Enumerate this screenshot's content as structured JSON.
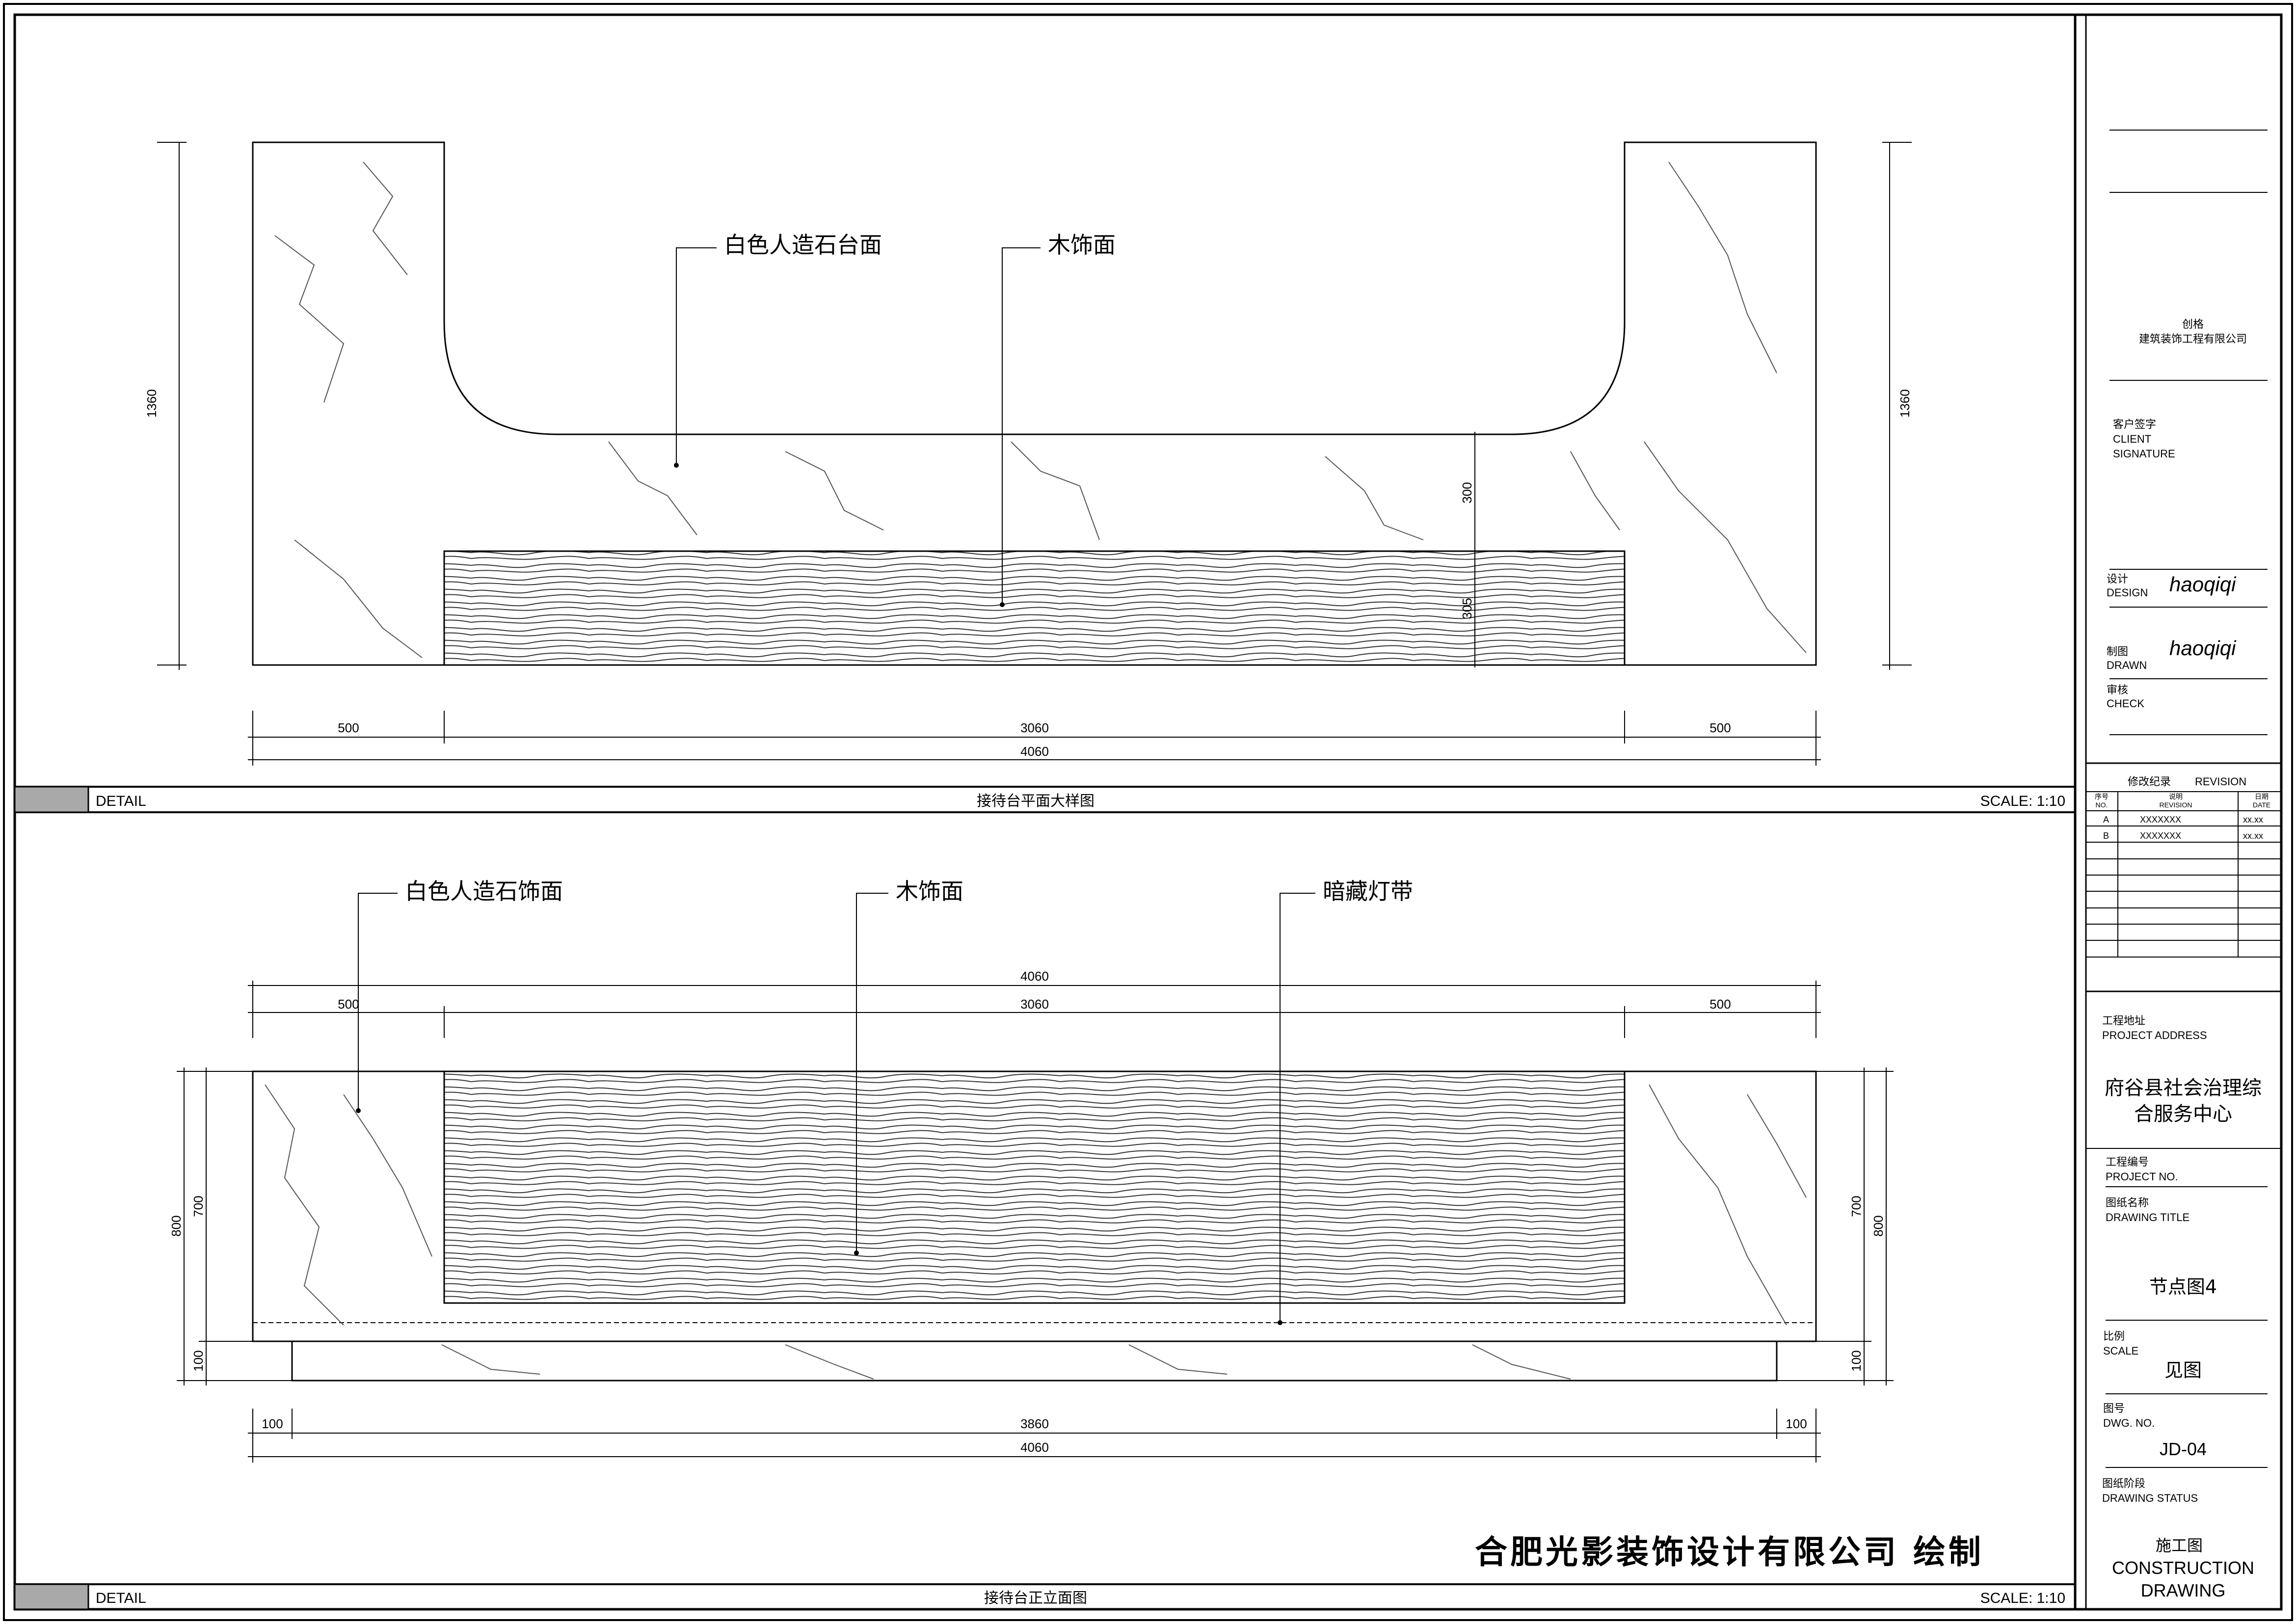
{
  "plan": {
    "label_stone_top": "白色人造石台面",
    "label_wood": "木饰面",
    "dims": {
      "left_height": "1360",
      "right_height": "1360",
      "depth_upper": "300",
      "depth_lower": "305",
      "seg_left": "500",
      "seg_mid": "3060",
      "seg_right": "500",
      "total": "4060"
    },
    "bar": {
      "tag": "DETAIL",
      "title": "接待台平面大样图",
      "scale": "SCALE: 1:10"
    }
  },
  "elevation": {
    "label_stone_face": "白色人造石饰面",
    "label_wood": "木饰面",
    "label_light": "暗藏灯带",
    "dims": {
      "top_total": "4060",
      "top_left": "500",
      "top_mid": "3060",
      "top_right": "500",
      "left_outer": "800",
      "left_inner": "700",
      "left_base": "100",
      "right_inner": "700",
      "right_outer": "800",
      "right_base": "100",
      "bottom_left": "100",
      "bottom_mid": "3860",
      "bottom_right": "100",
      "bottom_total": "4060"
    },
    "bar": {
      "tag": "DETAIL",
      "title": "接待台正立面图",
      "scale": "SCALE: 1:10"
    }
  },
  "company_signature": "合肥光影装饰设计有限公司 绘制",
  "title_block": {
    "company_line1": "创格",
    "company_line2": "建筑装饰工程有限公司",
    "client_cn": "客户签字",
    "client_en1": "CLIENT",
    "client_en2": "SIGNATURE",
    "design_cn": "设计",
    "design_en": "DESIGN",
    "design_sig": "haoqiqi",
    "drawn_cn": "制图",
    "drawn_en": "DRAWN",
    "drawn_sig": "haoqiqi",
    "check_cn": "审核",
    "check_en": "CHECK",
    "revision_title_cn": "修改纪录",
    "revision_title_en": "REVISION",
    "rev_headers": {
      "no_cn": "序号",
      "no_en": "NO.",
      "desc_cn": "说明",
      "desc_en": "REVISION",
      "date_cn": "日期",
      "date_en": "DATE"
    },
    "rev_rows": [
      {
        "no": "A",
        "desc": "XXXXXXX",
        "date": "xx.xx"
      },
      {
        "no": "B",
        "desc": "XXXXXXX",
        "date": "xx.xx"
      }
    ],
    "address_cn": "工程地址",
    "address_en": "PROJECT ADDRESS",
    "address_line1": "府谷县社会治理综",
    "address_line2": "合服务中心",
    "projno_cn": "工程编号",
    "projno_en": "PROJECT NO.",
    "title_cn": "图纸名称",
    "title_en": "DRAWING TITLE",
    "drawing_title": "节点图4",
    "scale_cn": "比例",
    "scale_en": "SCALE",
    "scale_value": "见图",
    "dwg_cn": "图号",
    "dwg_en": "DWG. NO.",
    "dwg_value": "JD-04",
    "status_cn": "图纸阶段",
    "status_en": "DRAWING STATUS",
    "status_cn_value": "施工图",
    "status_en_value1": "CONSTRUCTION",
    "status_en_value2": "DRAWING"
  }
}
